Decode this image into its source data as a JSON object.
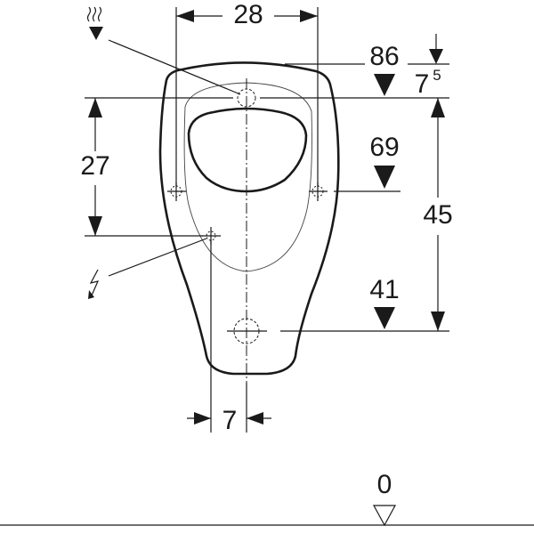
{
  "drawing": {
    "dimensions": {
      "width_between_holes": "28",
      "top_edge_height": "86",
      "top_offset_base": "7",
      "top_offset_sup": "5",
      "fixing_height": "69",
      "supply_to_electric": "27",
      "supply_to_outlet": "45",
      "outlet_height": "41",
      "electric_offset": "7",
      "floor_level": "0"
    },
    "icons": [
      "water-supply-icon",
      "electric-connection-icon"
    ]
  }
}
